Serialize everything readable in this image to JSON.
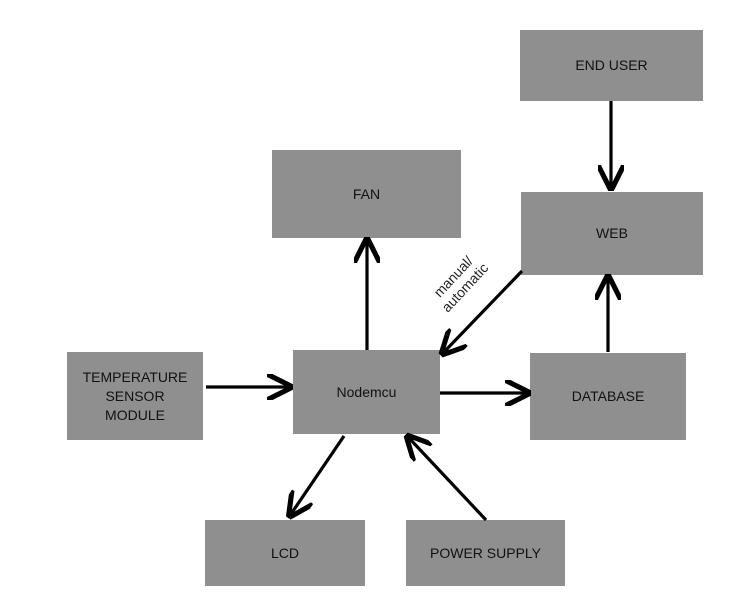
{
  "diagram": {
    "blocks": {
      "end_user": "END USER",
      "fan": "FAN",
      "web": "WEB",
      "temperature_sensor": "TEMPERATURE\nSENSOR\nMODULE",
      "nodemcu": "Nodemcu",
      "database": "DATABASE",
      "lcd": "LCD",
      "power_supply": "POWER SUPPLY"
    },
    "edge_labels": {
      "web_to_nodemcu": "manual/\nautomatic"
    },
    "edges": [
      {
        "from": "end_user",
        "to": "web"
      },
      {
        "from": "web",
        "to": "nodemcu"
      },
      {
        "from": "nodemcu",
        "to": "fan"
      },
      {
        "from": "temperature_sensor",
        "to": "nodemcu"
      },
      {
        "from": "nodemcu",
        "to": "database"
      },
      {
        "from": "database",
        "to": "web"
      },
      {
        "from": "nodemcu",
        "to": "lcd"
      },
      {
        "from": "power_supply",
        "to": "nodemcu"
      }
    ],
    "colors": {
      "block_fill": "#8f8f8f",
      "arrow": "#000000"
    }
  }
}
